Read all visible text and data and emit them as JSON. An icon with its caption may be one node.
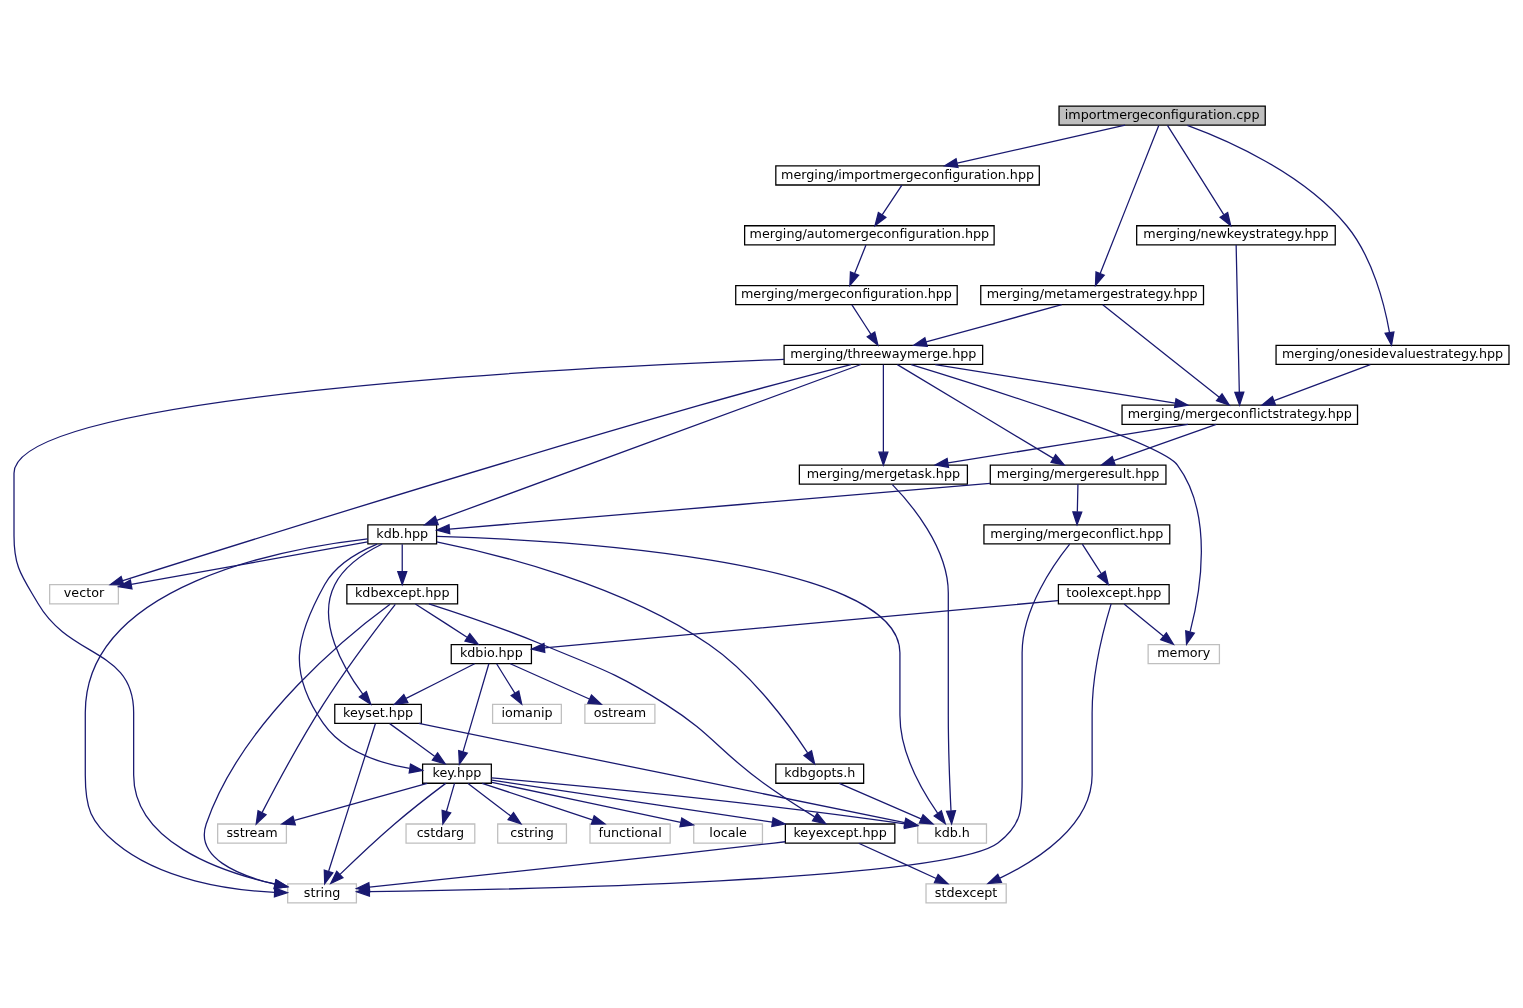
{
  "diagram": {
    "nodes": [
      {
        "text": [
          "importmergeconfiguration.cpp"
        ]
      },
      {
        "text": [
          "merging/importmergeconfiguration.hpp"
        ]
      },
      {
        "text": [
          "merging/automergeconfiguration.hpp"
        ]
      },
      {
        "text": [
          "merging/mergeconfiguration.hpp"
        ]
      },
      {
        "text": [
          "merging/metamergestrategy.hpp"
        ]
      },
      {
        "text": [
          "merging/newkeystrategy.hpp"
        ]
      },
      {
        "text": [
          "merging/threewaymerge.hpp"
        ]
      },
      {
        "text": [
          "merging/onesidevaluestrategy.hpp"
        ]
      },
      {
        "text": [
          "merging/mergeconflictstrategy.hpp"
        ]
      },
      {
        "text": [
          "merging/mergeresult.hpp"
        ]
      },
      {
        "text": [
          "merging/mergetask.hpp"
        ]
      },
      {
        "text": [
          "kdb.hpp"
        ]
      },
      {
        "text": [
          "merging/mergeconflict.hpp"
        ]
      },
      {
        "text": [
          "kdbexcept.hpp"
        ]
      },
      {
        "text": [
          "vector"
        ]
      },
      {
        "text": [
          "toolexcept.hpp"
        ]
      },
      {
        "text": [
          "kdbio.hpp"
        ]
      },
      {
        "text": [
          "memory"
        ]
      },
      {
        "text": [
          "iomanip"
        ]
      },
      {
        "text": [
          "ostream"
        ]
      },
      {
        "text": [
          "keyset.hpp"
        ]
      },
      {
        "text": [
          "key.hpp"
        ]
      },
      {
        "text": [
          "kdbgopts.h"
        ]
      },
      {
        "text": [
          "keyexcept.hpp"
        ]
      },
      {
        "text": [
          "sstream"
        ]
      },
      {
        "text": [
          "cstdarg"
        ]
      },
      {
        "text": [
          "cstring"
        ]
      },
      {
        "text": [
          "functional"
        ]
      },
      {
        "text": [
          "locale"
        ]
      },
      {
        "text": [
          "kdb.h"
        ]
      },
      {
        "text": [
          "string"
        ]
      },
      {
        "text": [
          "stdexcept"
        ]
      }
    ],
    "edges": [
      {
        "from": 0,
        "to": 1,
        "arrow": "to"
      },
      {
        "from": 0,
        "to": 4,
        "arrow": "to"
      },
      {
        "from": 0,
        "to": 5,
        "arrow": "to"
      },
      {
        "from": 0,
        "to": 7,
        "arrow": "to"
      },
      {
        "from": 1,
        "to": 2,
        "arrow": "to"
      },
      {
        "from": 2,
        "to": 3,
        "arrow": "to"
      },
      {
        "from": 3,
        "to": 6,
        "arrow": "to"
      },
      {
        "from": 4,
        "to": 6,
        "arrow": "to"
      },
      {
        "from": 4,
        "to": 8,
        "arrow": "to"
      },
      {
        "from": 5,
        "to": 8,
        "arrow": "to"
      },
      {
        "from": 7,
        "to": 8,
        "arrow": "to"
      },
      {
        "from": 6,
        "to": 8,
        "arrow": "to"
      },
      {
        "from": 6,
        "to": 9,
        "arrow": "to"
      },
      {
        "from": 6,
        "to": 10,
        "arrow": "to"
      },
      {
        "from": 6,
        "to": 11,
        "arrow": "to"
      },
      {
        "from": 6,
        "to": 14,
        "arrow": "to"
      },
      {
        "from": 6,
        "to": 17,
        "arrow": "to"
      },
      {
        "from": 6,
        "to": 30,
        "arrow": "to"
      },
      {
        "from": 8,
        "to": 9,
        "arrow": "to"
      },
      {
        "from": 8,
        "to": 10,
        "arrow": "to"
      },
      {
        "from": 9,
        "to": 11,
        "arrow": "to"
      },
      {
        "from": 9,
        "to": 12,
        "arrow": "to"
      },
      {
        "from": 10,
        "to": 29,
        "arrow": "to"
      },
      {
        "from": 11,
        "to": 13,
        "arrow": "to"
      },
      {
        "from": 11,
        "to": 14,
        "arrow": "to"
      },
      {
        "from": 11,
        "to": 21,
        "arrow": "to"
      },
      {
        "from": 11,
        "to": 20,
        "arrow": "to"
      },
      {
        "from": 11,
        "to": 29,
        "arrow": "to"
      },
      {
        "from": 11,
        "to": 22,
        "arrow": "to"
      },
      {
        "from": 11,
        "to": 30,
        "arrow": "to"
      },
      {
        "from": 12,
        "to": 15,
        "arrow": "to"
      },
      {
        "from": 12,
        "to": 30,
        "arrow": "to"
      },
      {
        "from": 13,
        "to": 16,
        "arrow": "to"
      },
      {
        "from": 13,
        "to": 23,
        "arrow": "to"
      },
      {
        "from": 13,
        "to": 24,
        "arrow": "to"
      },
      {
        "from": 13,
        "to": 30,
        "arrow": "to"
      },
      {
        "from": 15,
        "to": 16,
        "arrow": "to"
      },
      {
        "from": 15,
        "to": 17,
        "arrow": "to"
      },
      {
        "from": 15,
        "to": 31,
        "arrow": "to"
      },
      {
        "from": 16,
        "to": 18,
        "arrow": "to"
      },
      {
        "from": 16,
        "to": 19,
        "arrow": "to"
      },
      {
        "from": 16,
        "to": 20,
        "arrow": "to"
      },
      {
        "from": 16,
        "to": 21,
        "arrow": "to"
      },
      {
        "from": 20,
        "to": 21,
        "arrow": "to"
      },
      {
        "from": 20,
        "to": 29,
        "arrow": "to"
      },
      {
        "from": 20,
        "to": 30,
        "arrow": "to"
      },
      {
        "from": 21,
        "to": 23,
        "arrow": "to"
      },
      {
        "from": 21,
        "to": 24,
        "arrow": "to"
      },
      {
        "from": 21,
        "to": 25,
        "arrow": "to"
      },
      {
        "from": 21,
        "to": 26,
        "arrow": "to"
      },
      {
        "from": 21,
        "to": 27,
        "arrow": "to"
      },
      {
        "from": 21,
        "to": 28,
        "arrow": "to"
      },
      {
        "from": 21,
        "to": 29,
        "arrow": "to"
      },
      {
        "from": 21,
        "to": 30,
        "arrow": "to"
      },
      {
        "from": 22,
        "to": 29,
        "arrow": "to"
      },
      {
        "from": 23,
        "to": 30,
        "arrow": "to"
      },
      {
        "from": 23,
        "to": 31,
        "arrow": "to"
      }
    ]
  }
}
